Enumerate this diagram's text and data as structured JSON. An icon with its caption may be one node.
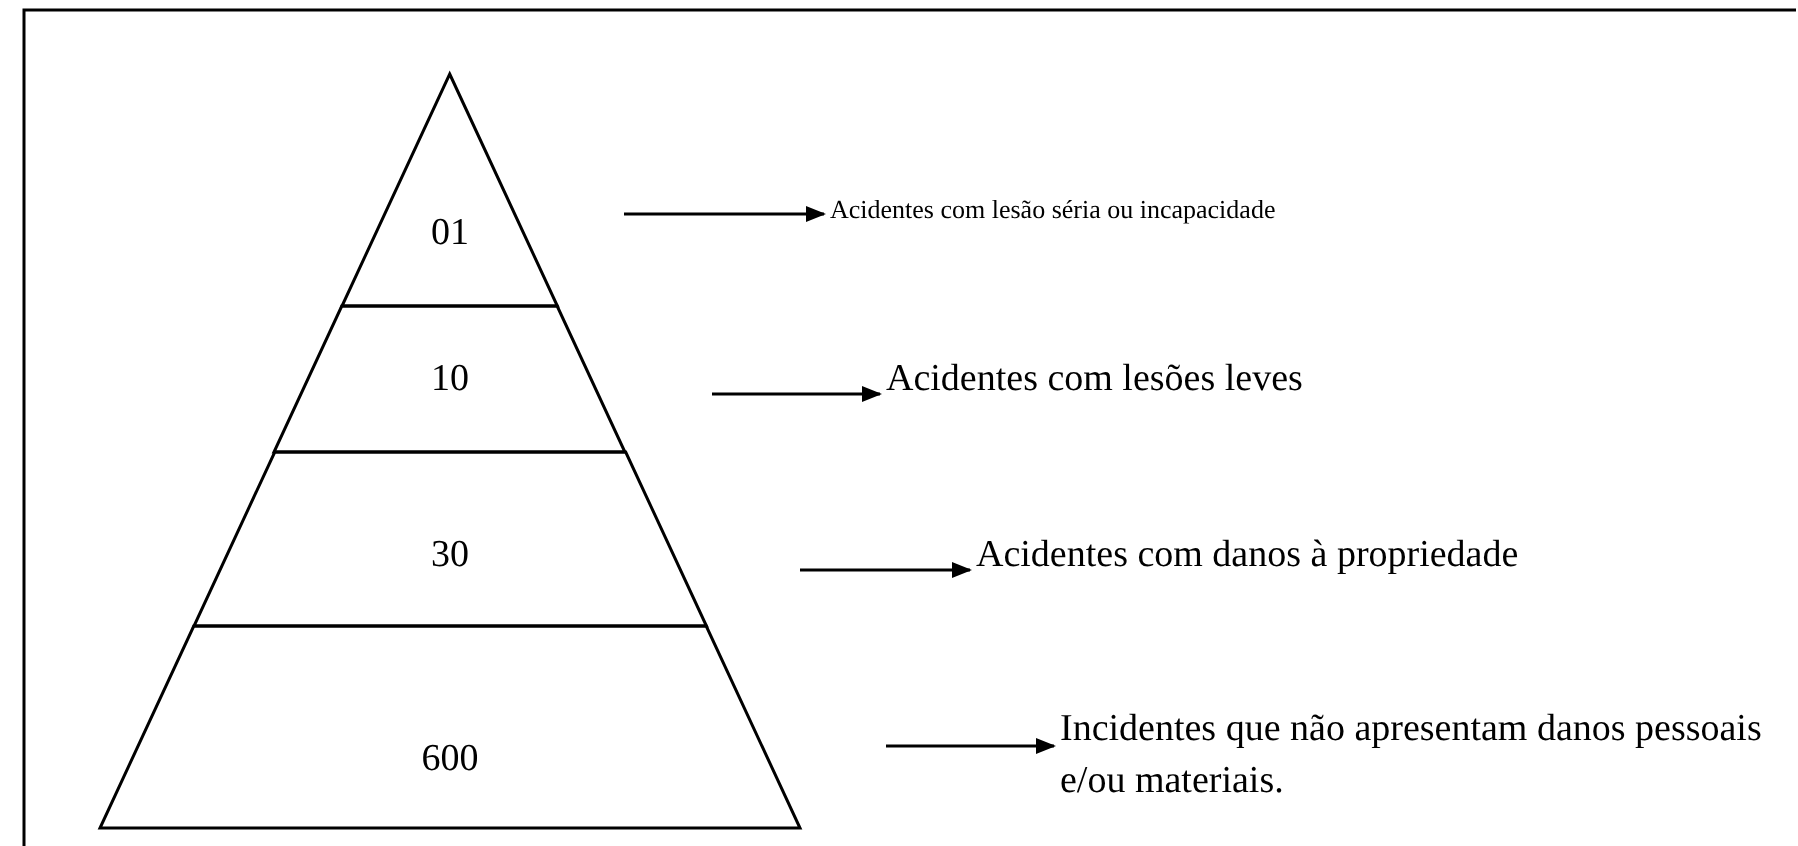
{
  "diagram": {
    "nodes": [
      {
        "text": [
          "01"
        ]
      },
      {
        "text": [
          "10"
        ]
      },
      {
        "text": [
          "30"
        ]
      },
      {
        "text": [
          "600"
        ]
      },
      {
        "text": [
          "Acidentes com lesão séria ou incapacidade"
        ]
      },
      {
        "text": [
          "Acidentes com lesões leves"
        ]
      },
      {
        "text": [
          "Acidentes com danos à propriedade"
        ]
      },
      {
        "text": [
          "Incidentes que não apresentam danos pessoais e/ou materiais."
        ]
      }
    ],
    "edges": [
      {
        "from": 0,
        "to": 4,
        "arrow": "to"
      },
      {
        "from": 1,
        "to": 5,
        "arrow": "to"
      },
      {
        "from": 2,
        "to": 6,
        "arrow": "to"
      },
      {
        "from": 3,
        "to": 7,
        "arrow": "to"
      }
    ]
  }
}
